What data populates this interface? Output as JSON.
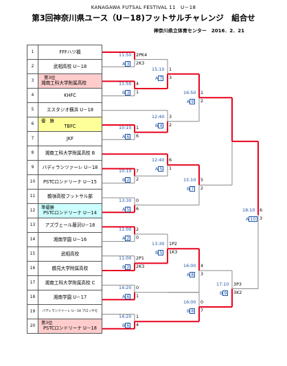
{
  "header": {
    "subtitle": "KANAGAWA FUTSAL FESTIVAL 11　U－18",
    "title": "第3回神奈川県ユース（U－18)フットサルチャレンジ　組合せ",
    "venue_date": "神奈川県立体育センター　2016．2．21"
  },
  "teams": [
    {
      "no": "1",
      "name": "FFFハツ橋"
    },
    {
      "no": "2",
      "name": "武相高校 U－18"
    },
    {
      "no": "3",
      "tag": "第3位",
      "name": "湘南工科大学附属高校"
    },
    {
      "no": "4",
      "name": "KHFC"
    },
    {
      "no": "5",
      "name": "エスタジオ横浜 U－18"
    },
    {
      "no": "6",
      "tag": "優　勝",
      "name": "TBFC"
    },
    {
      "no": "7",
      "name": "JKF"
    },
    {
      "no": "8",
      "name": "湘南工科大学附属高校 B"
    },
    {
      "no": "9",
      "name": "バディランツァーレ U－18"
    },
    {
      "no": "10",
      "name": "PSTCロンドリーナ U－15"
    },
    {
      "no": "11",
      "name": "鶴嶺高校フットサル部"
    },
    {
      "no": "12",
      "tag": "準優勝",
      "name": "PSTCロンドリーナ U－14"
    },
    {
      "no": "13",
      "name": "アズヴェール藤沢U－18"
    },
    {
      "no": "14",
      "name": "湘南学園 U－16"
    },
    {
      "no": "15",
      "name": "武相高校"
    },
    {
      "no": "16",
      "name": "鶴見大学附属高校"
    },
    {
      "no": "17",
      "name": "湘南工科大学附属高校 C"
    },
    {
      "no": "18",
      "name": "湘南学園 U－17"
    },
    {
      "no": "19",
      "name": "バディランツァーレ U－18 ブロッサモ"
    },
    {
      "no": "20",
      "tag": "第3位",
      "name": "PSTCロンドリーナ U－18"
    }
  ],
  "matches": [
    {
      "time": "11:50",
      "court": "A",
      "num": "3",
      "top": "2PK4",
      "bot": "2K3"
    },
    {
      "time": "11:50",
      "court": "B",
      "num": "3",
      "top": "4",
      "bot": "1"
    },
    {
      "time": "10:10",
      "court": "A",
      "num": "6",
      "top": "1",
      "bot": "6"
    },
    {
      "time": "10:10",
      "court": "B",
      "num": "2",
      "top": "7",
      "bot": "2"
    },
    {
      "time": "12:40",
      "court": "A",
      "num": "5",
      "top": "6",
      "bot": "1"
    },
    {
      "time": "13:30",
      "court": "A",
      "num": "5",
      "top": "0",
      "bot": "6"
    },
    {
      "time": "11:00",
      "court": "A",
      "num": "2",
      "top": "2",
      "bot": "0"
    },
    {
      "time": "11:00",
      "court": "B",
      "num": "2",
      "top": "2P1",
      "bot": "2K3"
    },
    {
      "time": "14:20",
      "court": "A",
      "num": "6",
      "top": "0",
      "bot": "1"
    },
    {
      "time": "14:20",
      "court": "B",
      "num": "6",
      "top": "1",
      "bot": "4"
    },
    {
      "time": "15:10",
      "court": "A",
      "num": "7",
      "top": "1",
      "bot": "3"
    },
    {
      "time": "12:40",
      "court": "B",
      "num": "4",
      "top": "3",
      "bot": "2"
    },
    {
      "time": "13:30",
      "court": "B",
      "num": "5",
      "top": "1P2",
      "bot": "1K3"
    },
    {
      "time": "16:00",
      "court": "B",
      "num": "8",
      "top": "0",
      "bot": "7"
    },
    {
      "time": "15:10",
      "court": "B",
      "num": "7",
      "top": "5",
      "bot": "2"
    },
    {
      "time": "16:00",
      "court": "A",
      "num": "8",
      "top": "4",
      "bot": "3"
    },
    {
      "time": "16:50",
      "court": "A",
      "num": "9",
      "top": "1",
      "bot": "2"
    },
    {
      "time": "17:10",
      "court": "B",
      "num": "9",
      "top": "3P3",
      "bot": "3K2"
    },
    {
      "time": "18:10",
      "court": "A",
      "num": "10",
      "top": "6",
      "bot": "3"
    }
  ],
  "colors": {
    "line": "#e8001c",
    "highlight_gold": "#ffff9a",
    "highlight_pink": "#ffcccc",
    "highlight_cyan": "#ccffff",
    "score_blue": "#1a52a8"
  }
}
